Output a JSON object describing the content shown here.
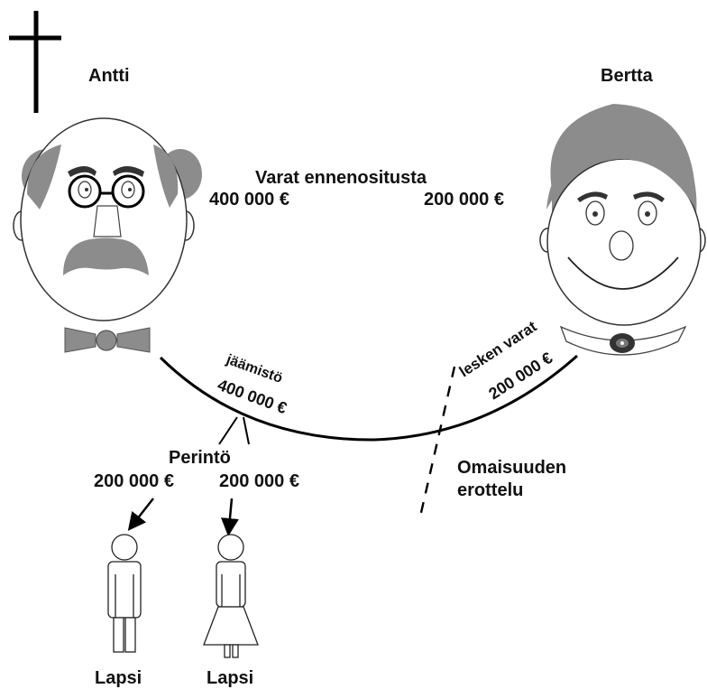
{
  "persons": {
    "left_name": "Antti",
    "right_name": "Bertta"
  },
  "assets": {
    "title": "Varat ennenositusta",
    "left_value": "400 000 €",
    "right_value": "200 000 €"
  },
  "estate": {
    "label": "jäämistö",
    "value": "400 000 €"
  },
  "widow": {
    "label": "lesken varat",
    "value": "200 000 €"
  },
  "inheritance": {
    "label": "Perintö",
    "share_left": "200 000 €",
    "share_right": "200 000 €"
  },
  "separation": {
    "line1": "Omaisuuden",
    "line2": "erottelu"
  },
  "children": {
    "child1": "Lapsi",
    "child2": "Lapsi"
  },
  "icons": [
    "cross-icon",
    "man-icon",
    "woman-icon",
    "child-icon"
  ]
}
